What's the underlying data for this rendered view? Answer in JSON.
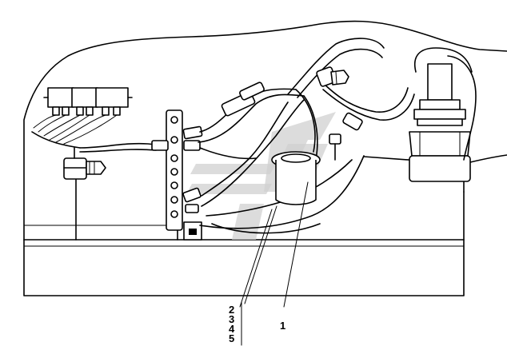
{
  "callouts": {
    "group_2_5": [
      "2",
      "3",
      "4",
      "5"
    ],
    "item_1": "1"
  },
  "colors": {
    "line": "#000000",
    "background": "#ffffff",
    "watermark": "#d0d0d0"
  },
  "icons": {
    "watermark": "manufacturer-logo-watermark"
  }
}
